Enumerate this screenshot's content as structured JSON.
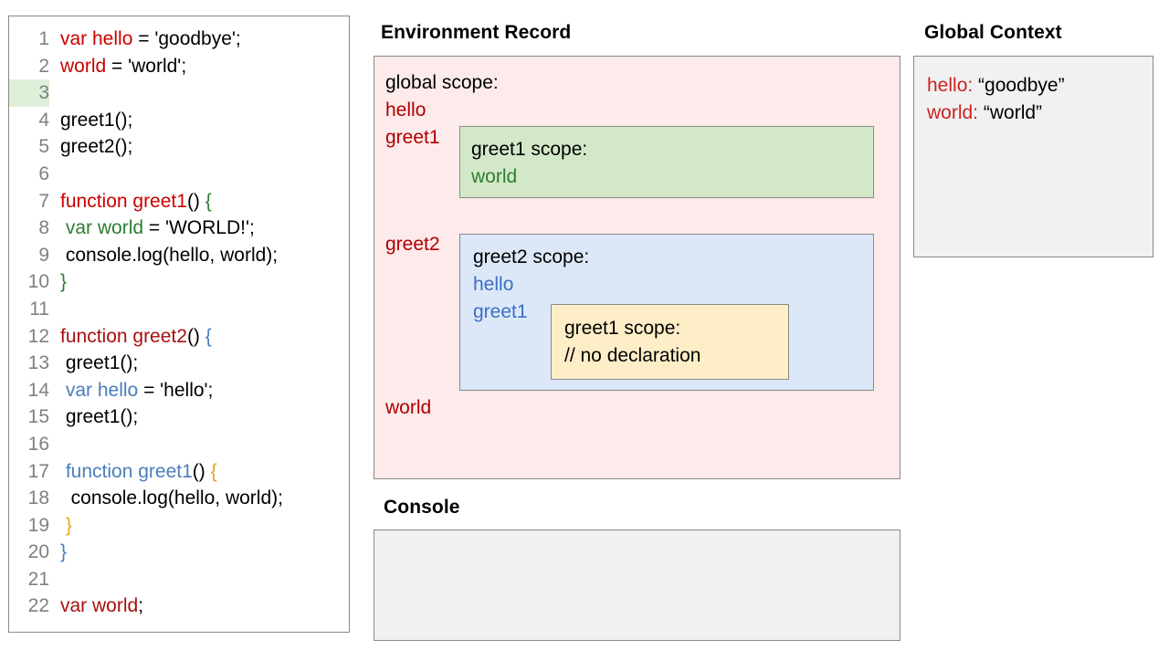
{
  "code_panel": {
    "lines": [
      {
        "num": "1",
        "highlight": false,
        "tokens": [
          {
            "t": "var hello",
            "c": "tk-red"
          },
          {
            "t": " = 'goodbye';",
            "c": "tk-black"
          }
        ]
      },
      {
        "num": "2",
        "highlight": false,
        "tokens": [
          {
            "t": "world",
            "c": "tk-red"
          },
          {
            "t": " = 'world';",
            "c": "tk-black"
          }
        ]
      },
      {
        "num": "3",
        "highlight": true,
        "tokens": [
          {
            "t": "",
            "c": "tk-black"
          }
        ]
      },
      {
        "num": "4",
        "highlight": false,
        "tokens": [
          {
            "t": "greet1();",
            "c": "tk-black"
          }
        ]
      },
      {
        "num": "5",
        "highlight": false,
        "tokens": [
          {
            "t": "greet2();",
            "c": "tk-black"
          }
        ]
      },
      {
        "num": "6",
        "highlight": false,
        "tokens": [
          {
            "t": "",
            "c": "tk-black"
          }
        ]
      },
      {
        "num": "7",
        "highlight": false,
        "tokens": [
          {
            "t": "function greet1",
            "c": "tk-red"
          },
          {
            "t": "() ",
            "c": "tk-black"
          },
          {
            "t": "{",
            "c": "tk-green"
          }
        ]
      },
      {
        "num": "8",
        "highlight": false,
        "tokens": [
          {
            "t": " ",
            "c": "tk-black"
          },
          {
            "t": "var world",
            "c": "tk-green"
          },
          {
            "t": " = 'WORLD!';",
            "c": "tk-black"
          }
        ]
      },
      {
        "num": "9",
        "highlight": false,
        "tokens": [
          {
            "t": " console.log(hello, world);",
            "c": "tk-black"
          }
        ]
      },
      {
        "num": "10",
        "highlight": false,
        "tokens": [
          {
            "t": "}",
            "c": "tk-green"
          }
        ]
      },
      {
        "num": "11",
        "highlight": false,
        "tokens": [
          {
            "t": "",
            "c": "tk-black"
          }
        ]
      },
      {
        "num": "12",
        "highlight": false,
        "tokens": [
          {
            "t": "function greet2",
            "c": "tk-darkred"
          },
          {
            "t": "() ",
            "c": "tk-black"
          },
          {
            "t": "{",
            "c": "tk-bluebr"
          }
        ]
      },
      {
        "num": "13",
        "highlight": false,
        "tokens": [
          {
            "t": " greet1();",
            "c": "tk-black"
          }
        ]
      },
      {
        "num": "14",
        "highlight": false,
        "tokens": [
          {
            "t": " ",
            "c": "tk-black"
          },
          {
            "t": "var hello",
            "c": "tk-blue"
          },
          {
            "t": " = 'hello';",
            "c": "tk-black"
          }
        ]
      },
      {
        "num": "15",
        "highlight": false,
        "tokens": [
          {
            "t": " greet1();",
            "c": "tk-black"
          }
        ]
      },
      {
        "num": "16",
        "highlight": false,
        "tokens": [
          {
            "t": "",
            "c": "tk-black"
          }
        ]
      },
      {
        "num": "17",
        "highlight": false,
        "tokens": [
          {
            "t": " ",
            "c": "tk-black"
          },
          {
            "t": "function greet1",
            "c": "tk-blue"
          },
          {
            "t": "() ",
            "c": "tk-black"
          },
          {
            "t": "{",
            "c": "tk-gold"
          }
        ]
      },
      {
        "num": "18",
        "highlight": false,
        "tokens": [
          {
            "t": "  console.log(hello, world);",
            "c": "tk-black"
          }
        ]
      },
      {
        "num": "19",
        "highlight": false,
        "tokens": [
          {
            "t": " ",
            "c": "tk-black"
          },
          {
            "t": "}",
            "c": "tk-gold"
          }
        ]
      },
      {
        "num": "20",
        "highlight": false,
        "tokens": [
          {
            "t": "}",
            "c": "tk-bluebr"
          }
        ]
      },
      {
        "num": "21",
        "highlight": false,
        "tokens": [
          {
            "t": "",
            "c": "tk-black"
          }
        ]
      },
      {
        "num": "22",
        "highlight": false,
        "tokens": [
          {
            "t": "var world",
            "c": "tk-darkred"
          },
          {
            "t": ";",
            "c": "tk-black"
          }
        ]
      }
    ]
  },
  "environment_record": {
    "title": "Environment Record",
    "global_scope_heading": "global scope:",
    "bindings": {
      "hello": "hello",
      "greet1": "greet1",
      "greet2": "greet2",
      "world": "world"
    },
    "greet1_scope": {
      "heading": "greet1 scope:",
      "binding_world": "world"
    },
    "greet2_scope": {
      "heading": "greet2 scope:",
      "binding_hello": "hello",
      "binding_greet1": "greet1",
      "nested_greet1_scope": {
        "heading": "greet1 scope:",
        "note": "// no declaration"
      }
    }
  },
  "console": {
    "title": "Console",
    "output": ""
  },
  "global_context": {
    "title": "Global Context",
    "entries": [
      {
        "key": "hello:",
        "value": " “goodbye”"
      },
      {
        "key": "world:",
        "value": " “world”"
      }
    ]
  },
  "colors": {
    "env_record_bg": "#fdeaea",
    "greet1_scope_bg": "#d2e8c8",
    "greet2_scope_bg": "#dce8f8",
    "nested_scope_bg": "#fdeec8",
    "panel_bg": "#f1f1f1",
    "border": "#8a8a8a",
    "red_token": "#cc0000",
    "green_token": "#2e7d32",
    "blue_token": "#3b6fc4",
    "gold_token": "#e0a81c",
    "line_highlight": "#dff0d8"
  }
}
